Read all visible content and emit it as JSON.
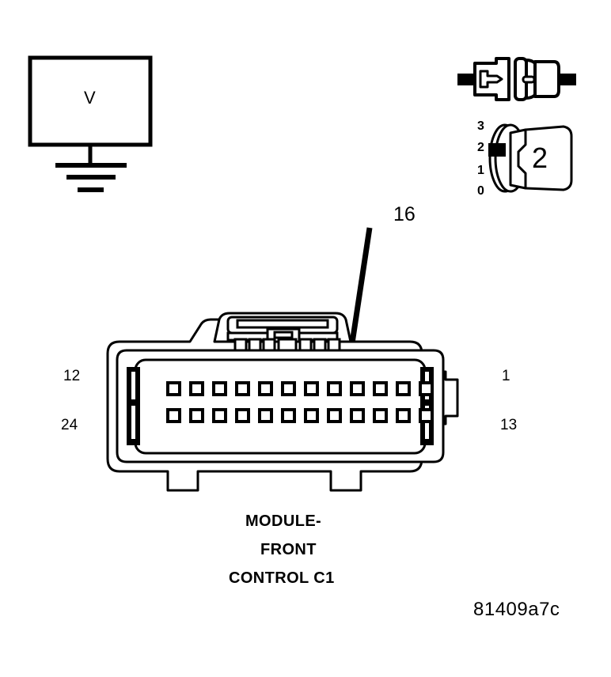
{
  "diagram": {
    "code": "81409a7c",
    "connector_name_lines": [
      "MODULE-",
      "FRONT",
      "CONTROL C1"
    ],
    "callout_pin": "16",
    "stroke_color": "#000000",
    "fill_color": "#ffffff"
  },
  "meter": {
    "display_label": "V",
    "name": "voltmeter",
    "ground_symbol": "earth-ground"
  },
  "dial": {
    "selected_value": "2",
    "positions": [
      "3",
      "2",
      "1",
      "0"
    ],
    "indicator_position": "2"
  },
  "connector": {
    "pin_rows": 2,
    "pins_per_row": 12,
    "corner_labels": {
      "top_left": "12",
      "bottom_left": "24",
      "top_right": "1",
      "bottom_right": "13"
    },
    "highlighted_pin_index": 9,
    "highlighted_pin_row": "bottom"
  }
}
